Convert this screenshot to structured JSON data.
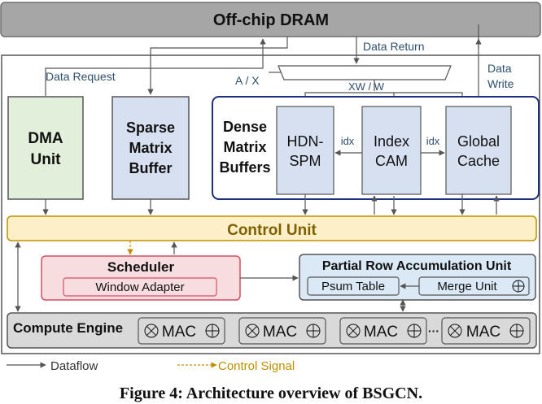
{
  "dram": {
    "label": "Off-chip DRAM"
  },
  "flows": {
    "data_request": "Data Request",
    "data_return": "Data Return",
    "data_write_line1": "Data",
    "data_write_line2": "Write",
    "a_x": "A / X",
    "xw_w": "XW / W",
    "idx_left": "idx",
    "idx_right": "idx"
  },
  "dma": {
    "line1": "DMA",
    "line2": "Unit"
  },
  "sparse_buffer": {
    "line1": "Sparse",
    "line2": "Matrix",
    "line3": "Buffer"
  },
  "dense_buffers": {
    "line1": "Dense",
    "line2": "Matrix",
    "line3": "Buffers",
    "hdn_spm_line1": "HDN-",
    "hdn_spm_line2": "SPM",
    "index_cam_line1": "Index",
    "index_cam_line2": "CAM",
    "global_cache_line1": "Global",
    "global_cache_line2": "Cache"
  },
  "control_unit": {
    "label": "Control Unit"
  },
  "scheduler": {
    "title": "Scheduler",
    "window_adapter": "Window Adapter"
  },
  "pra_unit": {
    "title": "Partial Row Accumulation Unit",
    "psum_table": "Psum Table",
    "merge_unit": "Merge Unit"
  },
  "compute_engine": {
    "label": "Compute Engine",
    "mac_label": "MAC",
    "ellipsis": "···"
  },
  "legend": {
    "dataflow": "Dataflow",
    "control_signal": "Control Signal"
  },
  "caption": "Figure 4: Architecture overview of BSGCN.",
  "colors": {
    "dram_fill": "#a6a6a6",
    "dma_fill": "#e2efda",
    "sparse_fill": "#d6e0f0",
    "dense_border": "#1f2f80",
    "control_fill": "#fdf0c8",
    "control_text": "#7f6000",
    "control_signal": "#c09000",
    "scheduler_fill": "#f8dde0",
    "scheduler_border": "#d25060",
    "pra_fill": "#dbe9f6",
    "compute_fill": "#d9d9d9",
    "flow_text": "#2f4f6f"
  }
}
